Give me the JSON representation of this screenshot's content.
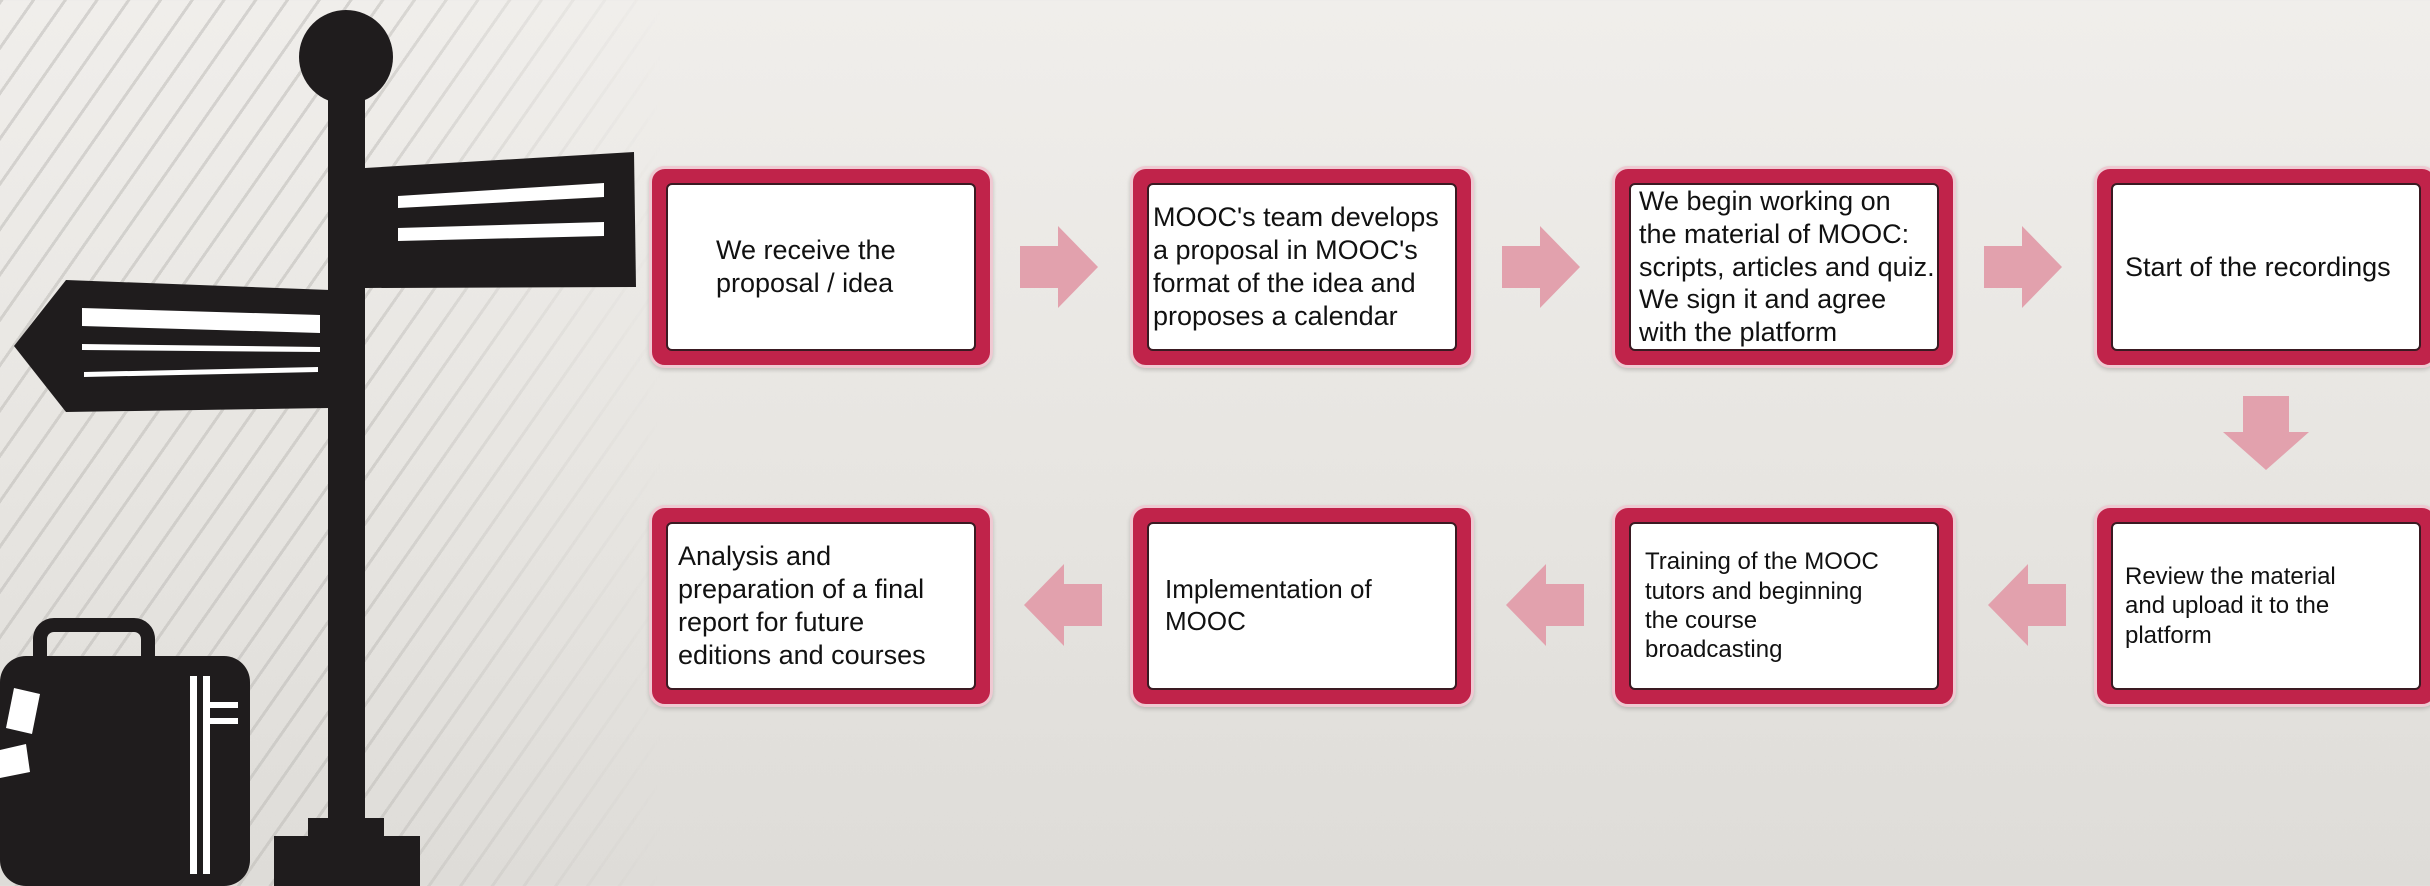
{
  "colors": {
    "box_fill": "#c0234a",
    "box_border": "#efc9d2",
    "arrow": "#e2a1ad",
    "signpost": "#1f1c1d"
  },
  "icons": {
    "signpost": "signpost-icon",
    "suitcase": "suitcase-icon",
    "arrow": "arrow-right-icon"
  },
  "steps": [
    {
      "text": "We receive the\nproposal / idea"
    },
    {
      "text": "MOOC's team develops\na proposal in MOOC's\nformat of the idea and\nproposes a calendar"
    },
    {
      "text": "We begin working on\nthe material of MOOC:\nscripts, articles and quiz.\nWe sign it and agree\n with the platform"
    },
    {
      "text": "Start of the recordings"
    },
    {
      "text": "Review the material\nand upload it to the\nplatform"
    },
    {
      "text": "Training of the MOOC\ntutors and beginning\nthe  course\nbroadcasting"
    },
    {
      "text": "Implementation of\nMOOC"
    },
    {
      "text": "Analysis and\npreparation of a final\nreport for future\neditions and courses"
    }
  ]
}
